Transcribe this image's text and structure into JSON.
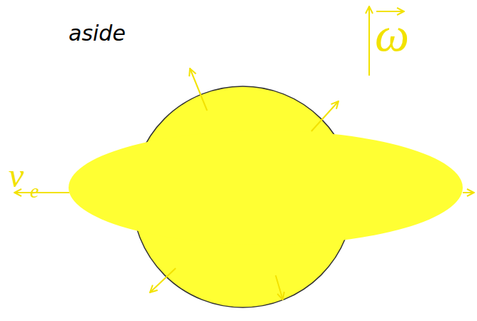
{
  "diagram": {
    "labels": [
      "aside",
      "ω",
      "ν",
      "e"
    ]
  }
}
